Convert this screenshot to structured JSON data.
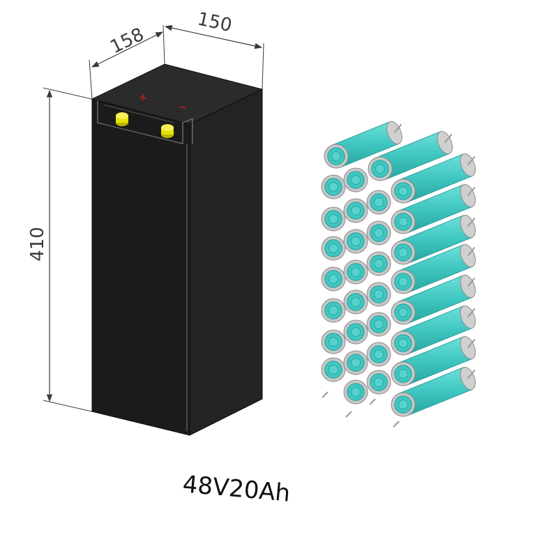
{
  "dimensions": {
    "depth": "158",
    "width": "150",
    "height": "410"
  },
  "terminals": {
    "positive_symbol": "+",
    "negative_symbol": "−"
  },
  "caption": "48V20Ah",
  "colors": {
    "case": "#1c1c1c",
    "case_side": "#242424",
    "case_top": "#2a2a2a",
    "terminal": "#e6e000",
    "cell_body": "#3fc6c0",
    "cell_cap": "#c4c4c4",
    "dim_line": "#3a3a3a"
  }
}
